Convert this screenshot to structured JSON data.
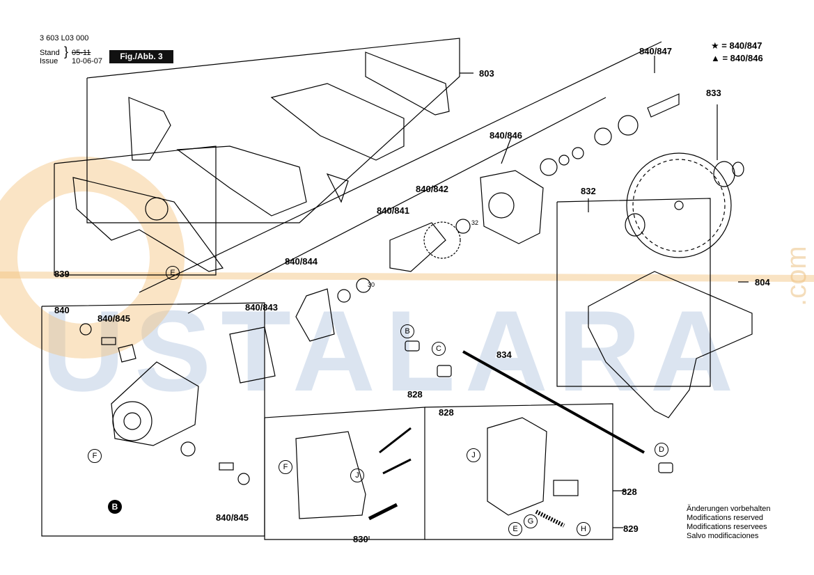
{
  "header": {
    "doc_number": "3 603 L03 000",
    "stand_label": "Stand",
    "issue_label": "Issue",
    "stand_value": "05-11",
    "issue_value": "10-06-07",
    "figure_label": "Fig./Abb. 3"
  },
  "legend": {
    "star_text": "★ = 840/847",
    "triangle_text": "▲ = 840/846"
  },
  "callouts": {
    "c803": "803",
    "c840_847": "840/847",
    "c833": "833",
    "c840_846": "840/846",
    "c840_842": "840/842",
    "c832": "832",
    "c840_841": "840/841",
    "c839": "839",
    "c840_844": "840/844",
    "c804": "804",
    "c840": "840",
    "c840_845_top": "840/845",
    "c840_843": "840/843",
    "c834": "834",
    "c828_b": "828",
    "c828_c": "828",
    "c828_d": "828",
    "c829": "829",
    "c830": "830",
    "c840_845_bottom": "840/845",
    "n32": "32",
    "n30": "30"
  },
  "markers": {
    "B": "B",
    "C": "C",
    "D": "D",
    "E": "E",
    "F": "F",
    "G": "G",
    "H": "H",
    "J": "J"
  },
  "watermark": {
    "text": "USTALARA",
    "suffix": ".com"
  },
  "footer": {
    "line1": "Änderungen vorbehalten",
    "line2": "Modifications reserved",
    "line3": "Modifications reservees",
    "line4": "Salvo modificaciones"
  }
}
